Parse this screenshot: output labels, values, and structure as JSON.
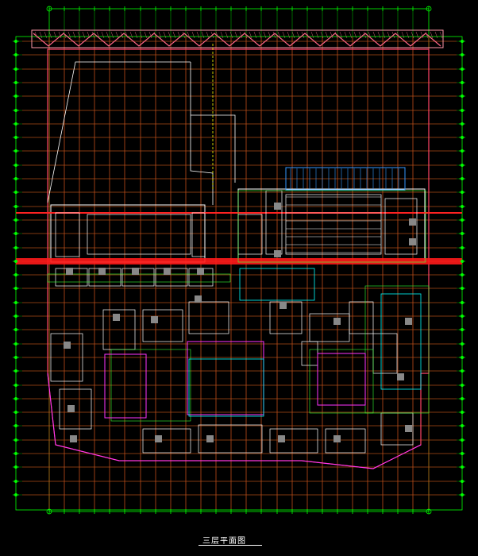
{
  "plan_title": "三层平面图",
  "colors": {
    "background": "#000000",
    "grid_axis": "#00ff00",
    "grid_line": "#ff0000",
    "wall": "#ffffff",
    "structure": "#ff00ff",
    "canopy": "#ff9999",
    "glazing": "#3399ff",
    "annotation": "#ffff00",
    "room_outline": "#00ffff"
  },
  "icons": [
    "axis-bubble",
    "column",
    "stair",
    "elevator"
  ]
}
